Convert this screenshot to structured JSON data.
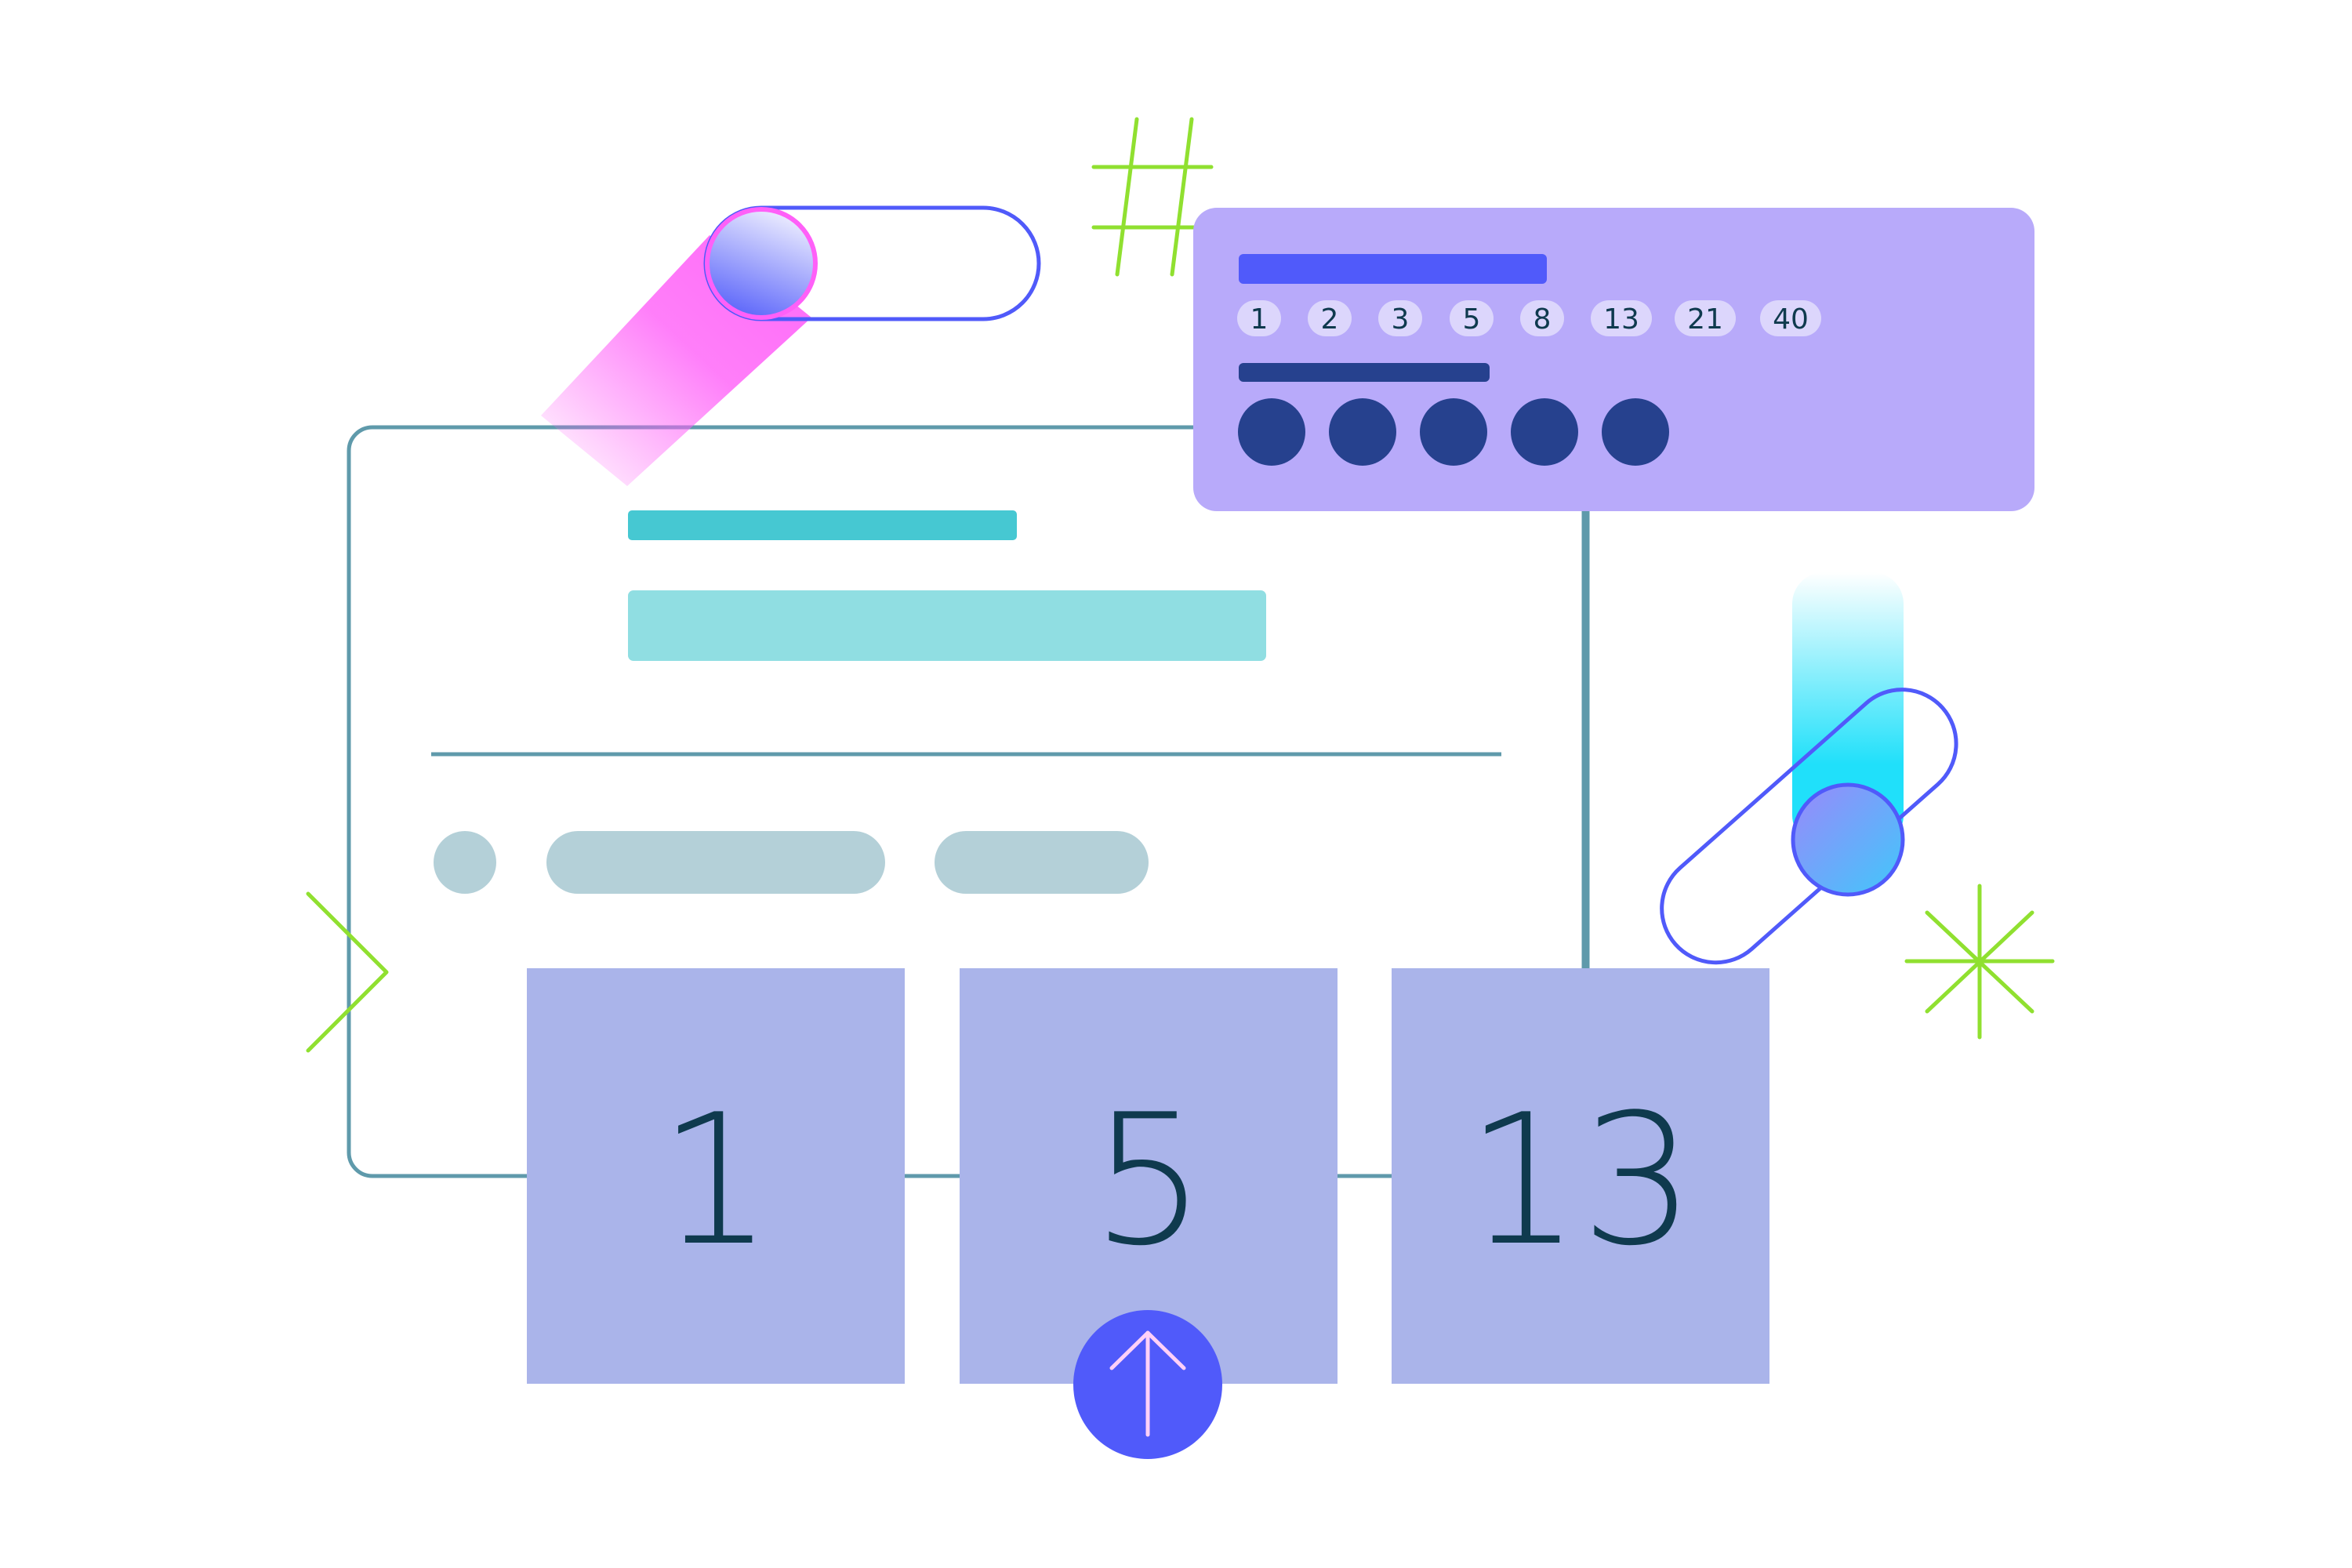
{
  "colors": {
    "background": "#ffffff",
    "frame_stroke": "#5f9aab",
    "panel_fill": "#b8aafa",
    "accent_blue": "#505afa",
    "navy": "#26418e",
    "teal_bar": "#46c8d2",
    "teal_light": "#90dee2",
    "gray_pill": "#b4d0d8",
    "card_fill": "#aab4ea",
    "chip_fill": "#dcd6fc",
    "green": "#90e030",
    "magenta": "#ff60f8",
    "cyan": "#20e0fa",
    "arrow_stroke": "#ffd0f8",
    "text_dark": "#0f3a4e"
  },
  "panel": {
    "chips": [
      "1",
      "2",
      "3",
      "5",
      "8",
      "13",
      "21",
      "40"
    ],
    "dots_count": 5
  },
  "cards": [
    {
      "value": "1"
    },
    {
      "value": "5"
    },
    {
      "value": "13"
    }
  ],
  "toggles": {
    "top_left": {
      "state": "off"
    },
    "right": {
      "state": "on"
    }
  },
  "icons": {
    "upload": "arrow-up-icon",
    "hash": "hash-icon",
    "chevron": "chevron-right-icon",
    "sparkle": "sparkle-icon"
  }
}
